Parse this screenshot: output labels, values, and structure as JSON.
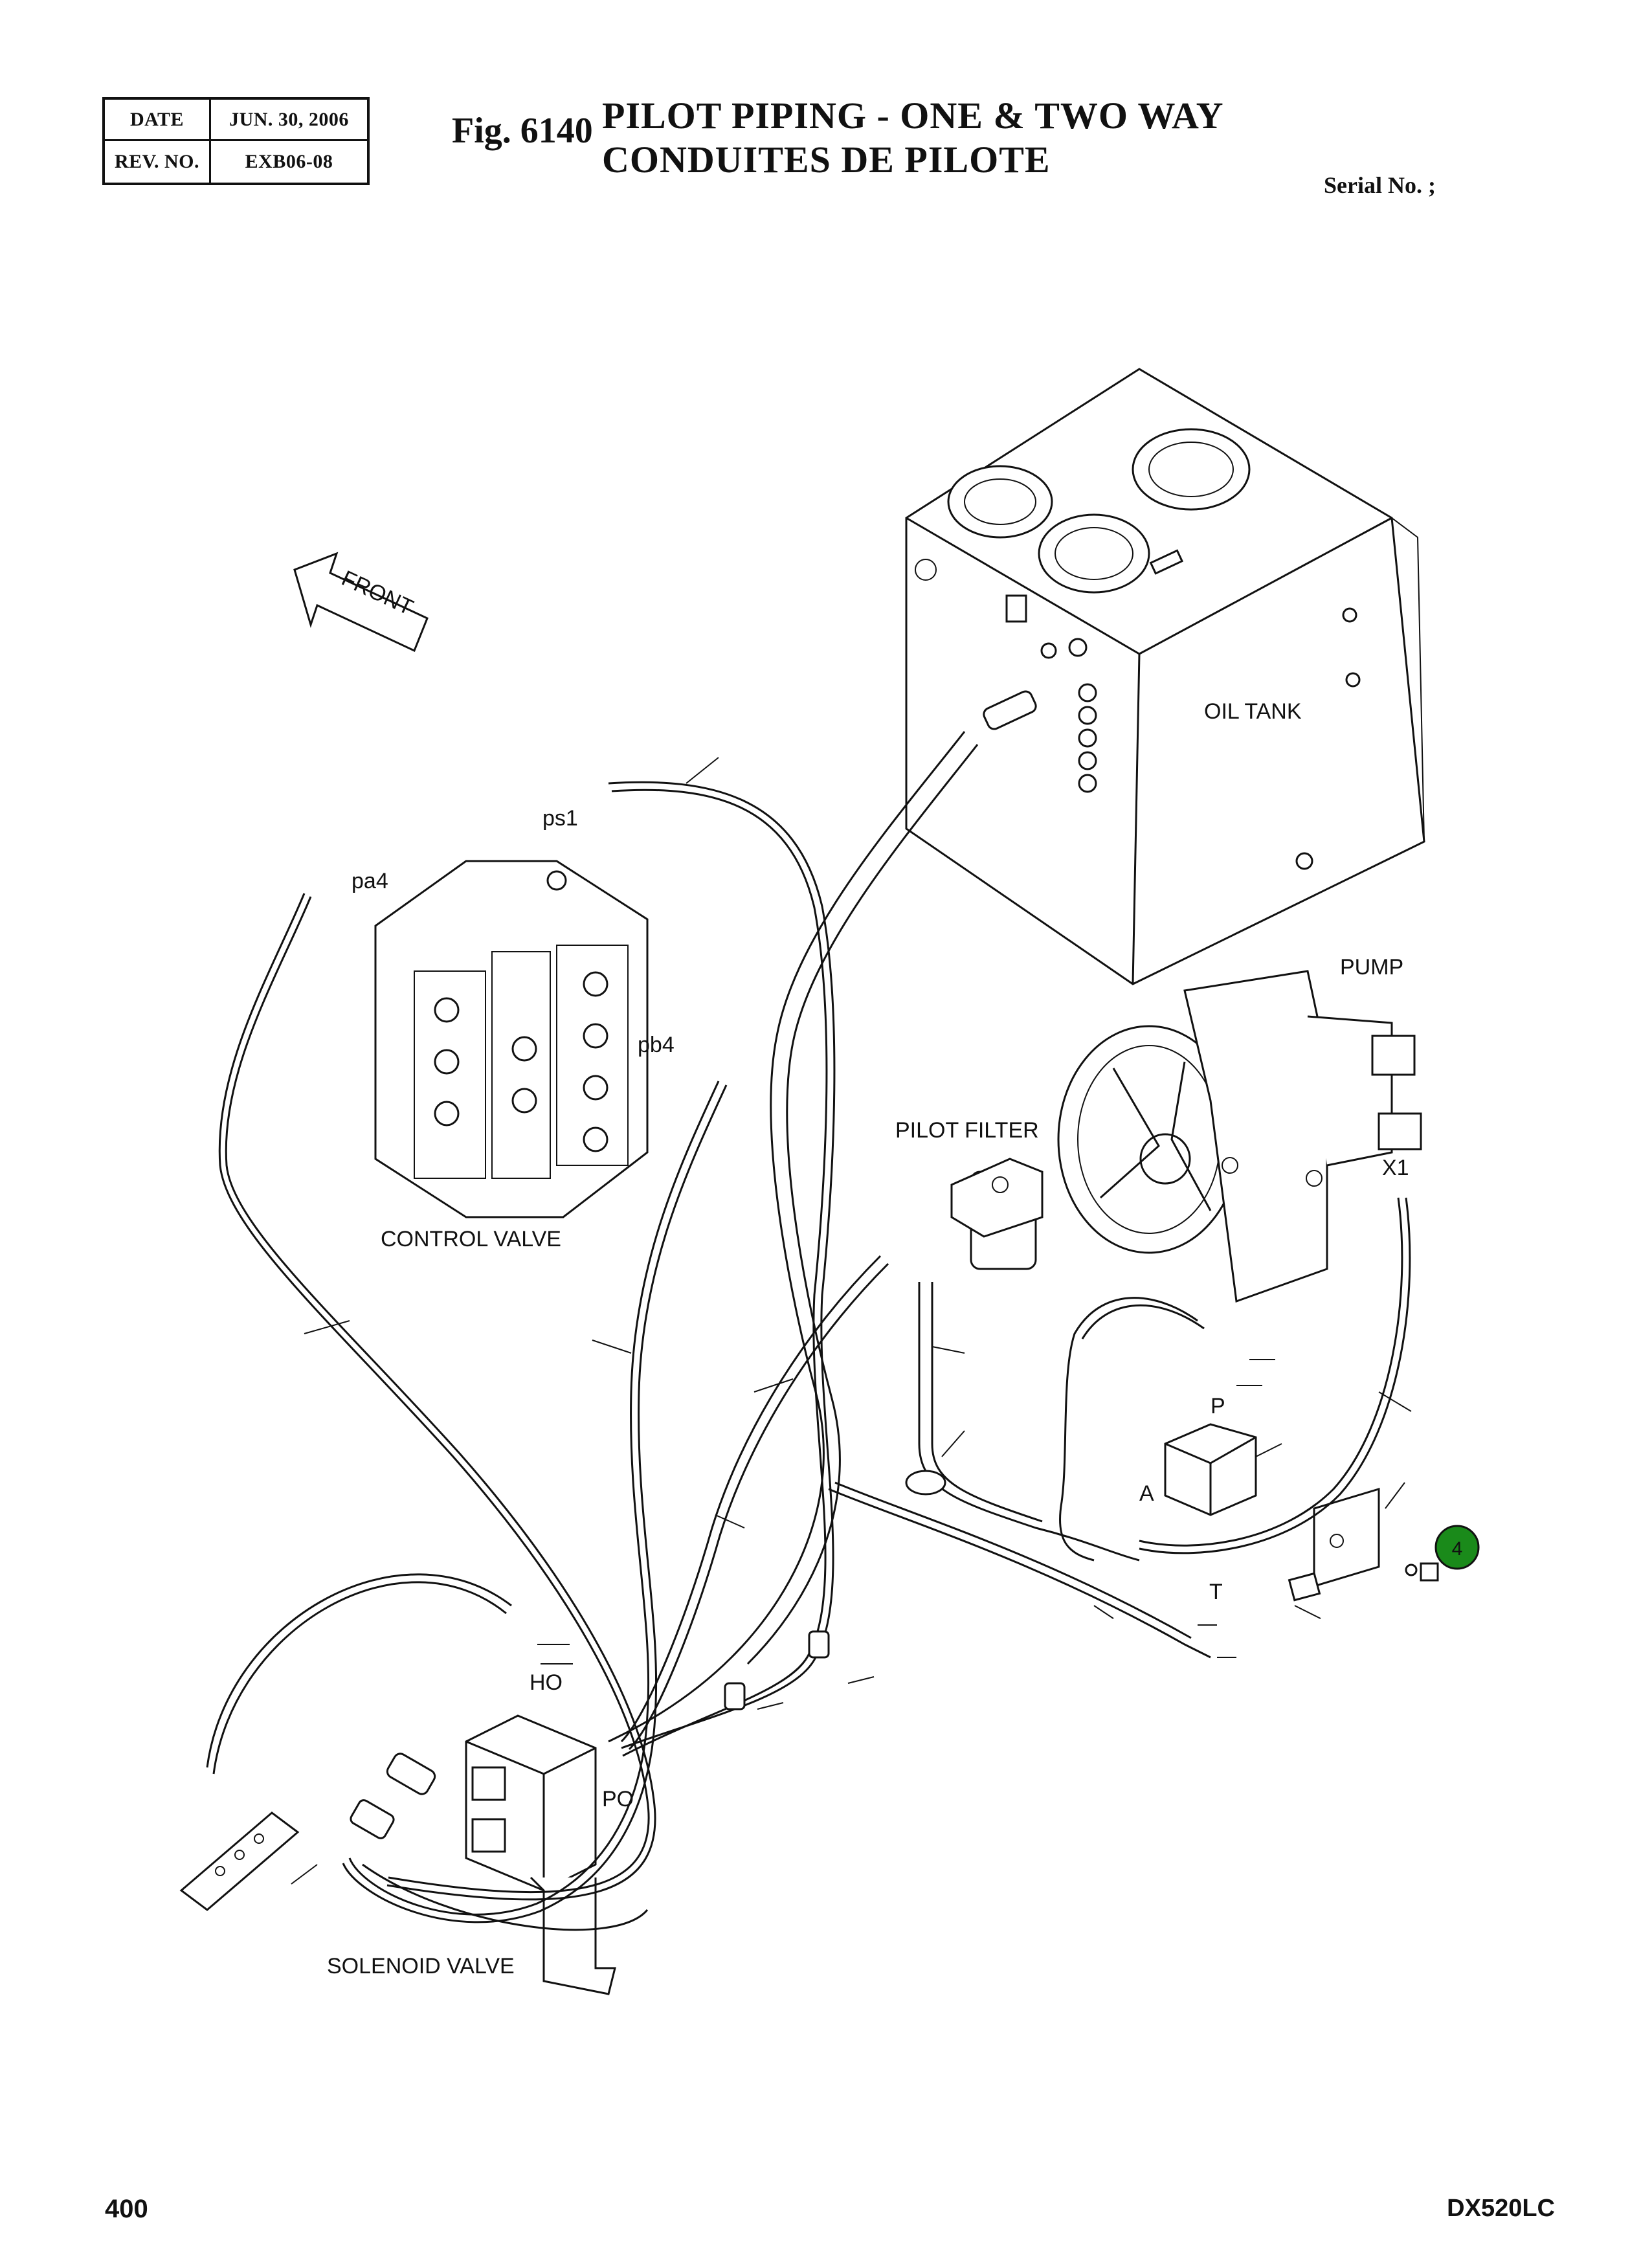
{
  "header": {
    "date_label": "DATE",
    "date_value": "JUN. 30, 2006",
    "rev_label": "REV. NO.",
    "rev_value": "EXB06-08"
  },
  "figure": {
    "number": "Fig. 6140",
    "title_line1": "PILOT PIPING - ONE & TWO WAY",
    "title_line2": "CONDUITES DE PILOTE",
    "serial": "Serial No. ;"
  },
  "labels": {
    "front": "FRONT",
    "oil_tank": "OIL TANK",
    "pump": "PUMP",
    "pilot_filter": "PILOT FILTER",
    "control_valve": "CONTROL VALVE",
    "solenoid_valve": "SOLENOID VALVE",
    "ps1": "ps1",
    "pa4": "pa4",
    "pb4": "pb4",
    "x1": "X1",
    "p": "P",
    "a": "A",
    "t": "T",
    "ho": "HO",
    "po": "PO"
  },
  "callout": {
    "number": "4",
    "color": "#1a8a1a"
  },
  "footer": {
    "page": "400",
    "model": "DX520LC"
  }
}
